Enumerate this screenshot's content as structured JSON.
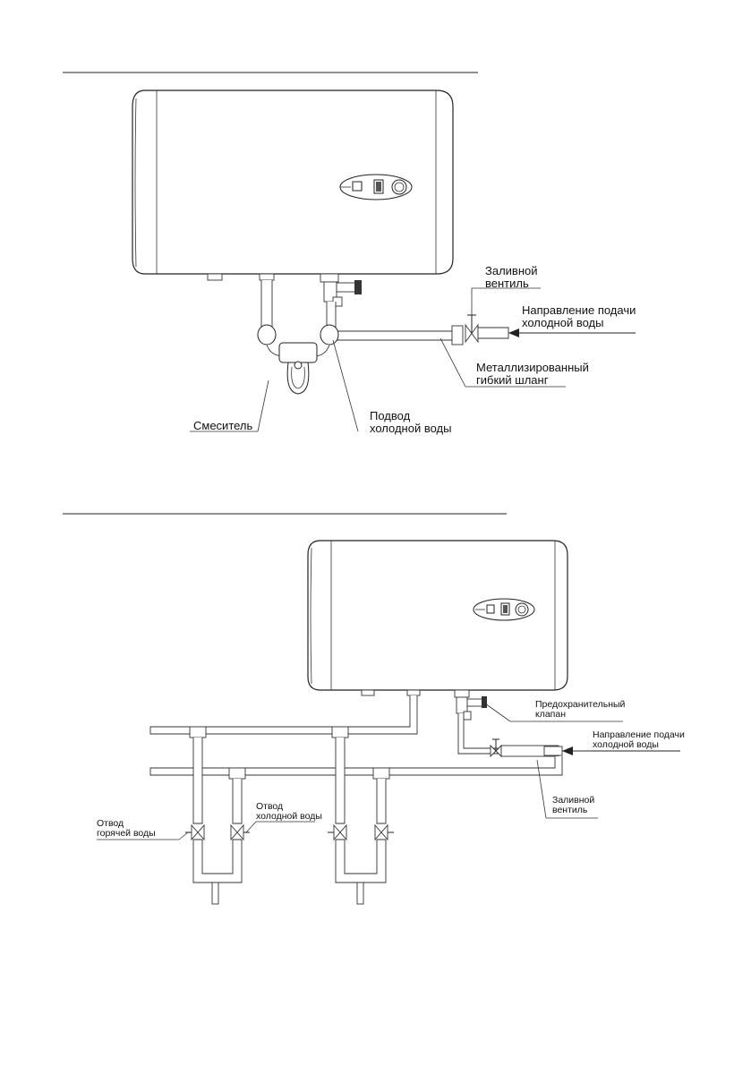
{
  "diagram1": {
    "labels": {
      "fill_valve": "Заливной\nвентиль",
      "cold_supply_direction": "Направление подачи\nхолодной воды",
      "hose": "Металлизированный\nгибкий шланг",
      "mixer": "Смеситель",
      "cold_inlet": "Подвод\nхолодной воды"
    }
  },
  "diagram2": {
    "labels": {
      "safety_valve": "Предохранительный\nклапан",
      "cold_supply_direction": "Направление подачи\nхолодной воды",
      "fill_valve": "Заливной\nвентиль",
      "cold_outlet": "Отвод\nхолодной воды",
      "hot_outlet": "Отвод\nгорячей воды"
    }
  },
  "icons": [
    "heater-tank",
    "control-panel",
    "safety-valve",
    "mixer-tap",
    "shutoff-valve",
    "pipe"
  ]
}
